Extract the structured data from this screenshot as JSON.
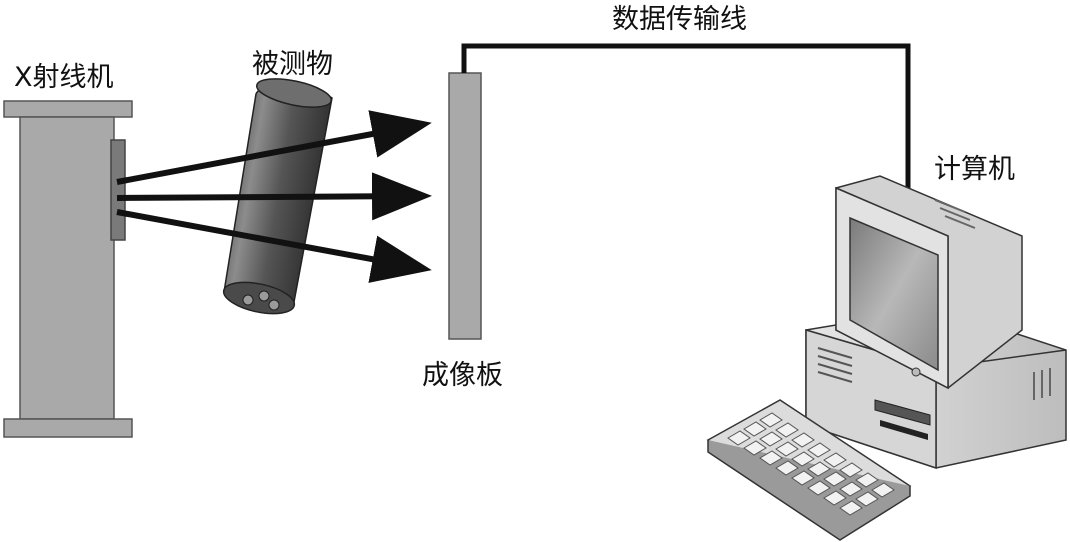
{
  "labels": {
    "xray_machine": "X射线机",
    "test_object": "被测物",
    "imaging_plate": "成像板",
    "data_cable": "数据传输线",
    "computer": "计算机"
  },
  "colors": {
    "panel_gray": "#a9a9a9",
    "panel_stroke": "#555555",
    "cylinder_dark": "#3d3d3d",
    "cylinder_light": "#8a8a8a",
    "arrow": "#111111",
    "computer_body": "#dcdcdc",
    "screen": "#9a9a9a"
  }
}
